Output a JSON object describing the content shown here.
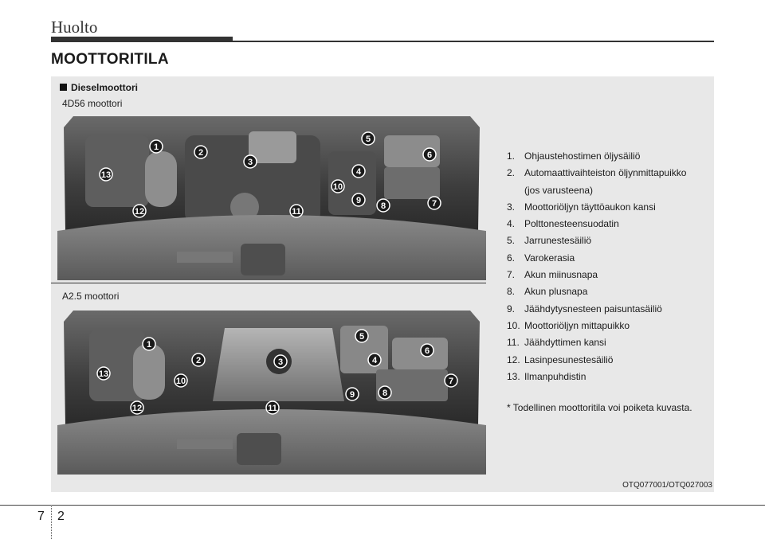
{
  "header": {
    "title": "Huolto"
  },
  "section_title": "MOOTTORITILA",
  "panel": {
    "subheading": "Dieselmoottori",
    "engines": [
      {
        "label": "4D56 moottori",
        "markers": [
          "1",
          "2",
          "3",
          "4",
          "5",
          "6",
          "7",
          "8",
          "9",
          "10",
          "11",
          "12",
          "13"
        ]
      },
      {
        "label": "A2.5 moottori",
        "markers": [
          "1",
          "2",
          "3",
          "4",
          "5",
          "6",
          "7",
          "8",
          "9",
          "10",
          "11",
          "12",
          "13"
        ]
      }
    ],
    "legend": [
      {
        "num": "1.",
        "text": "Ohjaustehostimen öljysäiliö"
      },
      {
        "num": "2.",
        "text": "Automaattivaihteiston öljynmittapuikko",
        "cont": "(jos varusteena)"
      },
      {
        "num": "3.",
        "text": "Moottoriöljyn täyttöaukon kansi"
      },
      {
        "num": "4.",
        "text": "Polttonesteensuodatin"
      },
      {
        "num": "5.",
        "text": "Jarrunestesäiliö"
      },
      {
        "num": "6.",
        "text": "Varokerasia"
      },
      {
        "num": "7.",
        "text": "Akun miinusnapa"
      },
      {
        "num": "8.",
        "text": "Akun plusnapa"
      },
      {
        "num": "9.",
        "text": "Jäähdytysnesteen paisuntasäiliö"
      },
      {
        "num": "10.",
        "text": "Moottoriöljyn mittapuikko"
      },
      {
        "num": "11.",
        "text": "Jäähdyttimen kansi"
      },
      {
        "num": "12.",
        "text": "Lasinpesunestesäiliö"
      },
      {
        "num": "13.",
        "text": "Ilmanpuhdistin"
      }
    ],
    "footnote": "* Todellinen moottoritila voi poiketa kuvasta.",
    "caption": "OTQ077001/OTQ027003"
  },
  "page": {
    "chapter": "7",
    "number": "2"
  }
}
